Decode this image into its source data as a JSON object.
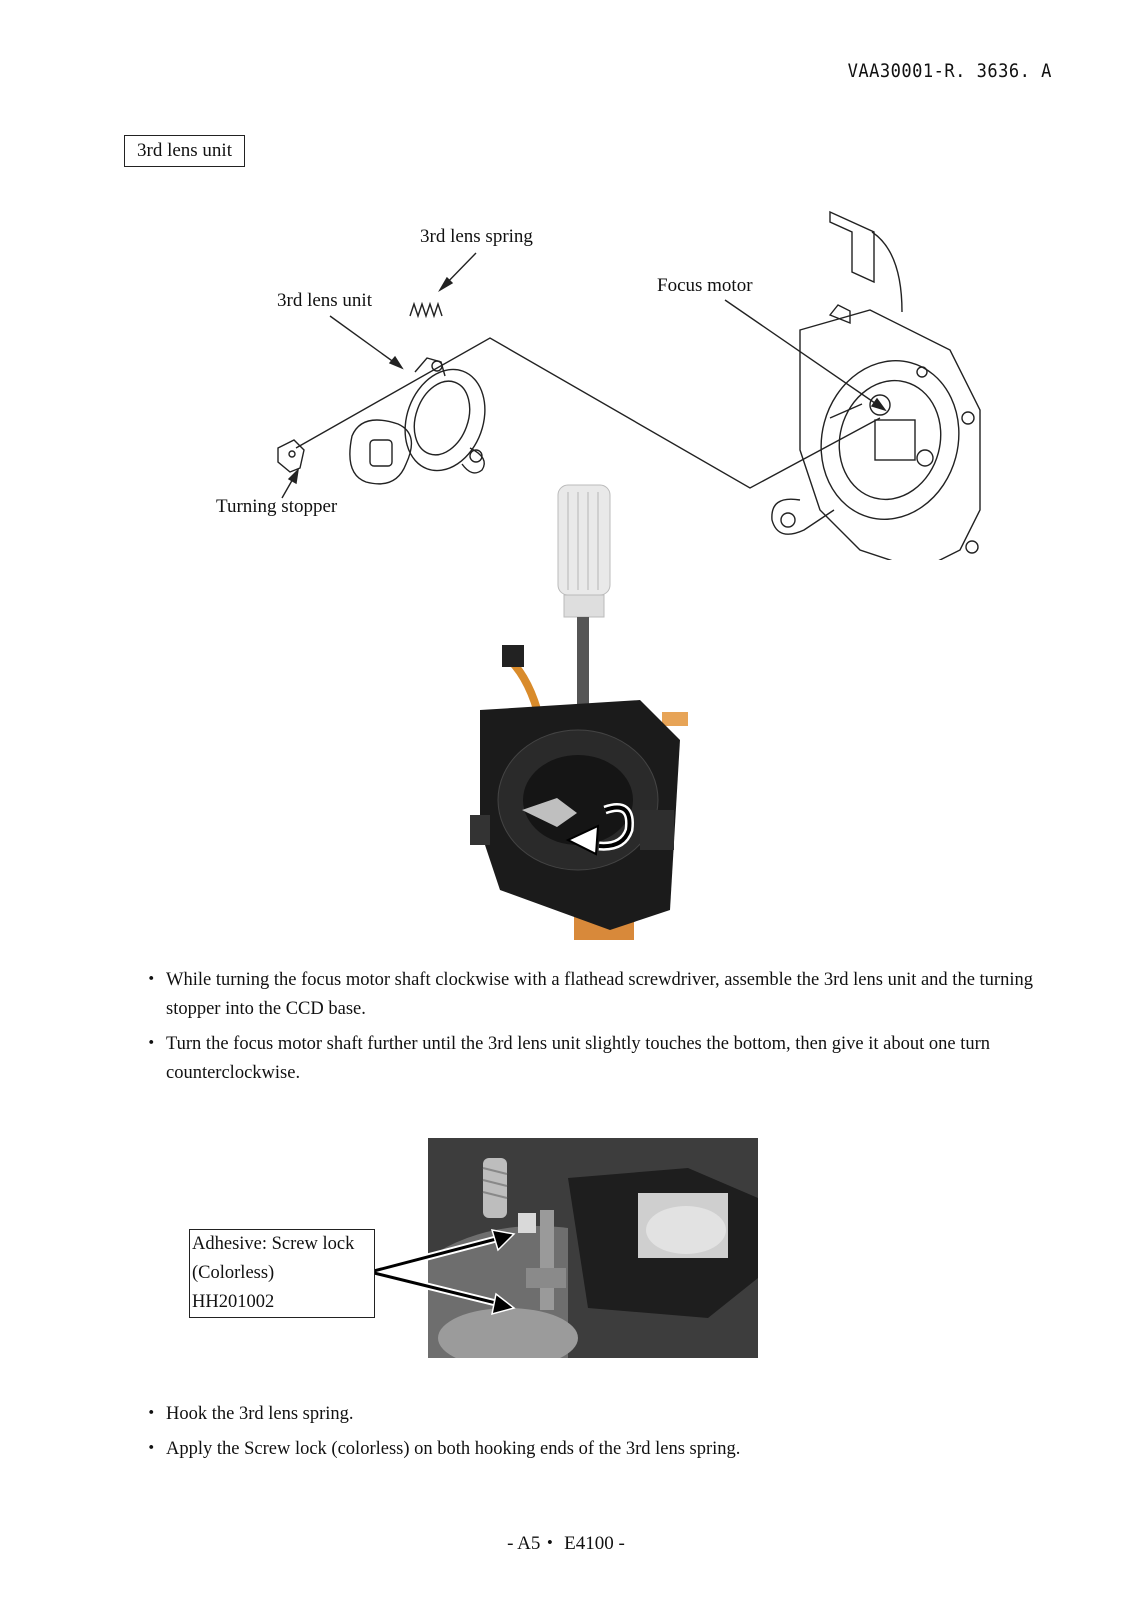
{
  "header": {
    "doc_code": "VAA30001-R. 3636. A"
  },
  "section": {
    "title": "3rd lens unit"
  },
  "diagram": {
    "labels": {
      "spring": "3rd lens spring",
      "lens_unit": "3rd lens unit",
      "focus_motor": "Focus motor",
      "turning_stopper": "Turning stopper"
    }
  },
  "instructions_1": [
    "While turning the focus motor shaft clockwise with a flathead screwdriver, assemble the 3rd lens unit and the turning stopper into the CCD base.",
    "Turn the focus motor shaft further until the 3rd lens unit slightly touches the bottom, then give it about one turn counterclockwise."
  ],
  "adhesive": {
    "line1": "Adhesive: Screw lock",
    "line2": "(Colorless)",
    "line3": "HH201002"
  },
  "instructions_2": [
    "Hook the 3rd lens spring.",
    "Apply the Screw lock (colorless) on both hooking ends of the 3rd lens spring."
  ],
  "footer": {
    "page": "- A5・ E4100 -"
  }
}
